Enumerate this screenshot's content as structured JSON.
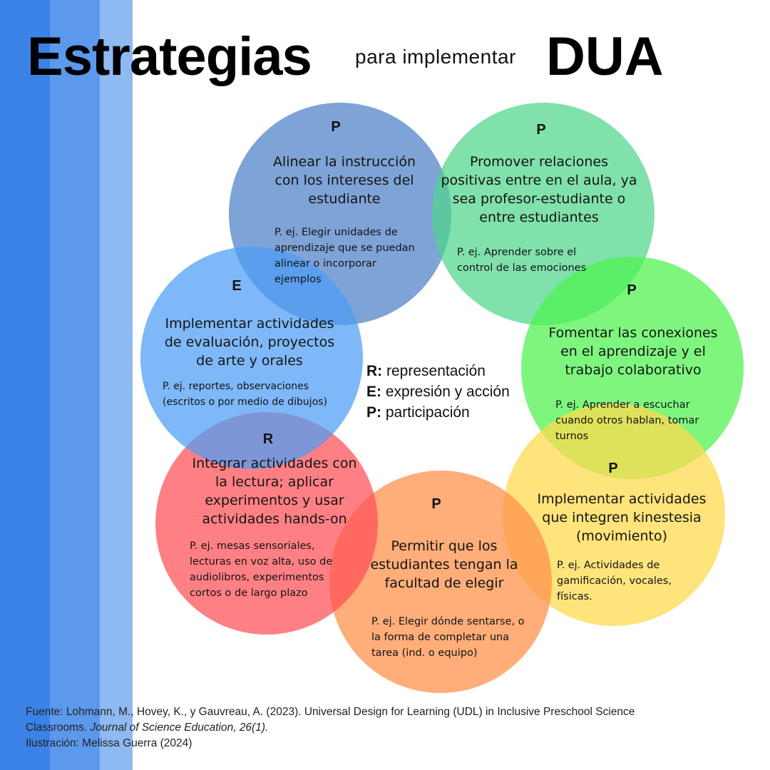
{
  "title": {
    "main": "Estrategias",
    "mid": "para implementar",
    "right": "DUA"
  },
  "colors": {
    "stripes": [
      "#3b82e6",
      "#5c99ec",
      "#8fb9f1"
    ],
    "circle_top_left": "#5384c8",
    "circle_top_right": "#4fd58a",
    "circle_right": "#4cf24c",
    "circle_bottom_right": "#ffda4f",
    "circle_bottom": "#ff924c",
    "circle_bottom_left": "#ff4f55",
    "circle_left": "#4c9cf5"
  },
  "circles": {
    "top_left": {
      "letter": "P",
      "heading": [
        "Alinear la instrucción",
        "con los intereses del",
        "estudiante"
      ],
      "example": [
        "P. ej. Elegir unidades de",
        "aprendizaje que se puedan",
        "alinear o incorporar",
        "ejemplos"
      ]
    },
    "top_right": {
      "letter": "P",
      "heading": [
        "Promover relaciones",
        "positivas entre en el aula, ya",
        "sea profesor-estudiante o",
        "entre estudiantes"
      ],
      "example": [
        "P. ej. Aprender sobre el",
        "control de las emociones"
      ]
    },
    "right": {
      "letter": "P",
      "heading": [
        "Fomentar las conexiones",
        "en el aprendizaje y el",
        "trabajo colaborativo"
      ],
      "example": [
        "P. ej. Aprender a escuchar",
        "cuando otros hablan, tomar",
        "turnos"
      ]
    },
    "bottom_right": {
      "letter": "P",
      "heading": [
        "Implementar actividades",
        "que integren kinestesia",
        "(movimiento)"
      ],
      "example": [
        "P. ej. Actividades de",
        "gamificación, vocales,",
        "físicas."
      ]
    },
    "bottom": {
      "letter": "P",
      "heading": [
        "Permitir que los",
        "estudiantes tengan la",
        "facultad de elegir"
      ],
      "example": [
        "P. ej. Elegir dónde sentarse, o",
        "la forma de completar una",
        "tarea (ind. o equipo)"
      ]
    },
    "bottom_left": {
      "letter": "R",
      "heading": [
        "Integrar actividades con",
        "la lectura; aplicar",
        "experimentos y usar",
        "actividades hands-on"
      ],
      "example": [
        "P. ej. mesas sensoriales,",
        "lecturas en voz alta, uso de",
        "audiolibros, experimentos",
        "cortos o de largo plazo"
      ]
    },
    "left": {
      "letter": "E",
      "heading": [
        "Implementar actividades",
        "de evaluación, proyectos",
        "de arte y orales"
      ],
      "example": [
        "P. ej. reportes, observaciones",
        "(escritos o por medio de dibujos)"
      ]
    }
  },
  "legend": [
    {
      "key": "R:",
      "text": " representación"
    },
    {
      "key": "E:",
      "text": " expresión y acción"
    },
    {
      "key": "P:",
      "text": " participación"
    }
  ],
  "source": {
    "line1": "Fuente: Lohmann, M., Hovey, K., y Gauvreau, A. (2023). Universal Design for Learning (UDL) in Inclusive Preschool Science",
    "line2_plain": "Classrooms. ",
    "line2_italic": "Journal of Science Education, 26(1).",
    "line3": "Ilustración: Melissa Guerra (2024)"
  }
}
